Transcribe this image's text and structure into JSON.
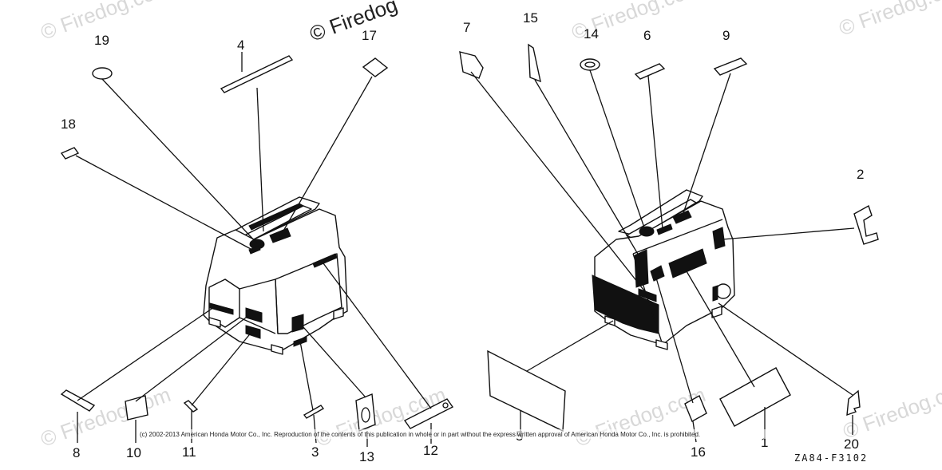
{
  "watermarks": {
    "text": "© Firedog.com",
    "top_center": "© Firedog"
  },
  "copyright": "(c) 2002-2013 American Honda Motor Co., Inc. Reproduction of the contents of this publication in whole or in part without the express written approval of American Honda Motor Co., Inc. is prohibited.",
  "diagram_code": "ZA84-F3102",
  "callouts": {
    "c1": "1",
    "c2": "2",
    "c3": "3",
    "c4": "4",
    "c6": "6",
    "c7": "7",
    "c8": "8",
    "c9": "9",
    "c10": "10",
    "c11": "11",
    "c12": "12",
    "c13": "13",
    "c14": "14",
    "c15": "15",
    "c16": "16",
    "c17": "17",
    "c18": "18",
    "c19": "19",
    "c20": "20",
    "c5": "5"
  }
}
